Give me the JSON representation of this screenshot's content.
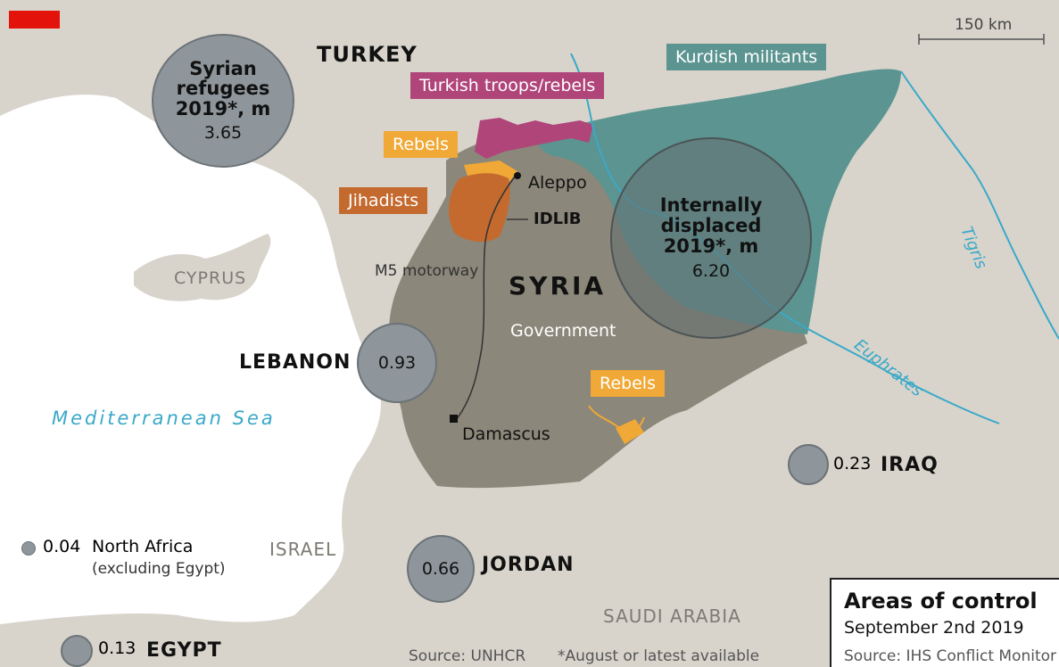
{
  "colors": {
    "sea": "#ffffff",
    "land": "#d8d4cc",
    "government": "#8b877a",
    "kurdish": "#5b9490",
    "turkish": "#b0457a",
    "rebels": "#f0a836",
    "jihadists": "#c46a2e",
    "river": "#3aa9c8",
    "bubble": "#8e969b",
    "brand_red": "#e3120b"
  },
  "scale": {
    "label": "150 km"
  },
  "countries": {
    "turkey": "TURKEY",
    "cyprus": "CYPRUS",
    "lebanon": "LEBANON",
    "syria": "SYRIA",
    "israel": "ISRAEL",
    "jordan": "JORDAN",
    "saudi": "SAUDI ARABIA",
    "iraq": "IRAQ",
    "egypt": "EGYPT"
  },
  "sea": "Mediterranean Sea",
  "rivers": {
    "tigris": "Tigris",
    "euphrates": "Euphrates"
  },
  "areas": {
    "kurdish": "Kurdish militants",
    "turkish": "Turkish troops/rebels",
    "rebels_north": "Rebels",
    "jihadists": "Jihadists",
    "government": "Government",
    "rebels_south": "Rebels"
  },
  "cities": {
    "aleppo": "Aleppo",
    "idlib": "IDLIB",
    "damascus": "Damascus",
    "m5": "M5 motorway"
  },
  "bubbles": {
    "refugees": {
      "line1": "Syrian",
      "line2": "refugees",
      "line3": "2019*, m",
      "value": "3.65"
    },
    "displaced": {
      "line1": "Internally",
      "line2": "displaced",
      "line3": "2019*, m",
      "value": "6.20"
    },
    "lebanon": {
      "value": "0.93"
    },
    "jordan": {
      "value": "0.66"
    },
    "iraq": {
      "value": "0.23"
    },
    "egypt": {
      "value": "0.13"
    },
    "north_africa": {
      "value": "0.04",
      "label": "North Africa",
      "sub": "(excluding Egypt)"
    }
  },
  "legend": {
    "title": "Areas of control",
    "date": "September 2nd 2019",
    "source": "Source: IHS Conflict Monitor"
  },
  "footer": {
    "source": "Source: UNHCR",
    "note": "*August or latest available"
  }
}
